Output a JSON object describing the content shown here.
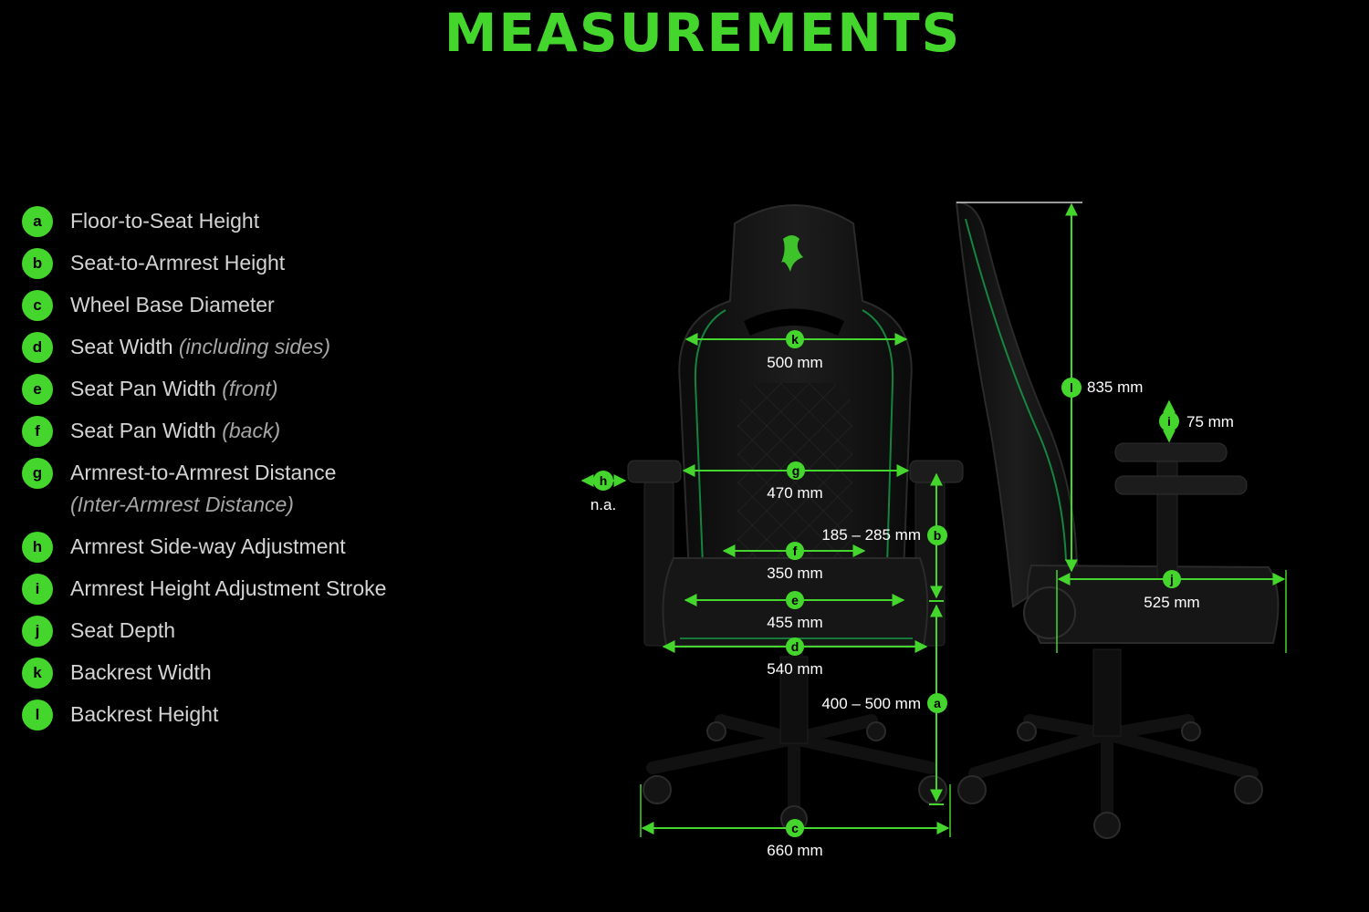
{
  "title": "MEASUREMENTS",
  "accent_color": "#44d62c",
  "legend": [
    {
      "key": "a",
      "label": "Floor-to-Seat Height",
      "note": "",
      "sub": ""
    },
    {
      "key": "b",
      "label": "Seat-to-Armrest Height",
      "note": "",
      "sub": ""
    },
    {
      "key": "c",
      "label": "Wheel Base Diameter",
      "note": "",
      "sub": ""
    },
    {
      "key": "d",
      "label": "Seat Width",
      "note": "(including sides)",
      "sub": ""
    },
    {
      "key": "e",
      "label": "Seat Pan Width",
      "note": "(front)",
      "sub": ""
    },
    {
      "key": "f",
      "label": "Seat Pan Width",
      "note": "(back)",
      "sub": ""
    },
    {
      "key": "g",
      "label": "Armrest-to-Armrest Distance",
      "note": "",
      "sub": "(Inter-Armrest Distance)"
    },
    {
      "key": "h",
      "label": "Armrest Side-way Adjustment",
      "note": "",
      "sub": ""
    },
    {
      "key": "i",
      "label": "Armrest Height Adjustment Stroke",
      "note": "",
      "sub": ""
    },
    {
      "key": "j",
      "label": "Seat Depth",
      "note": "",
      "sub": ""
    },
    {
      "key": "k",
      "label": "Backrest Width",
      "note": "",
      "sub": ""
    },
    {
      "key": "l",
      "label": "Backrest Height",
      "note": "",
      "sub": ""
    }
  ],
  "dimensions": {
    "a": "400 – 500 mm",
    "b": "185 – 285 mm",
    "c": "660 mm",
    "d": "540 mm",
    "e": "455 mm",
    "f": "350 mm",
    "g": "470 mm",
    "h": "n.a.",
    "i": "75 mm",
    "j": "525 mm",
    "k": "500 mm",
    "l": "835 mm"
  }
}
